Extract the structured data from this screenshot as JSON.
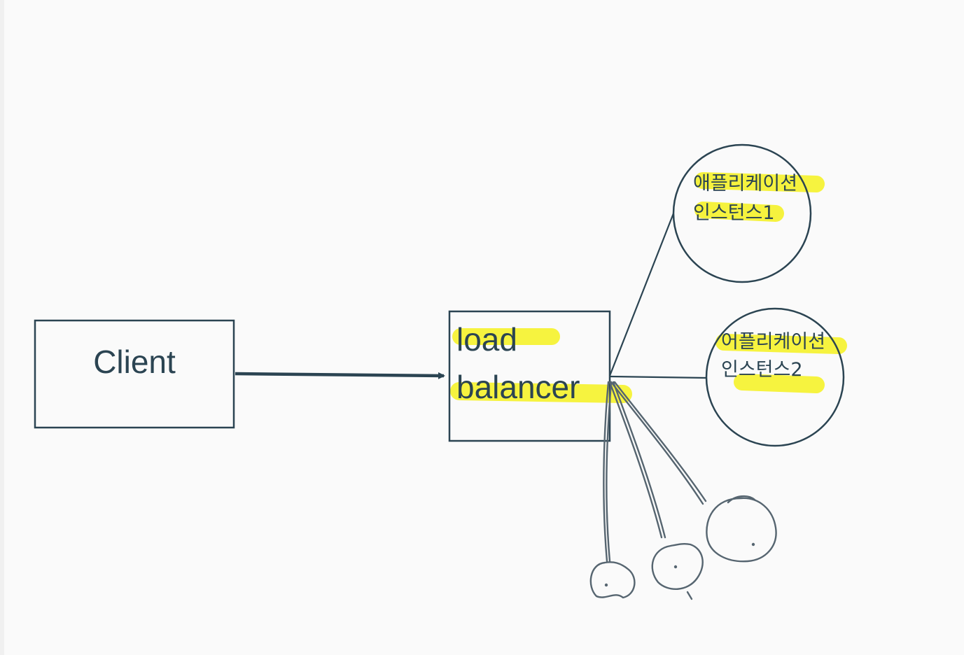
{
  "diagram": {
    "client": {
      "label": "Client"
    },
    "load_balancer": {
      "line1": "load",
      "line2": "balancer"
    },
    "instance1": {
      "line1": "애플리케이션",
      "line2": "인스턴스1"
    },
    "instance2": {
      "line1": "어플리케이션",
      "line2": "인스턴스2"
    }
  },
  "colors": {
    "stroke": "#2b4452",
    "sketch": "#566570",
    "highlight": "#f5f22a",
    "background": "#fafafa"
  }
}
